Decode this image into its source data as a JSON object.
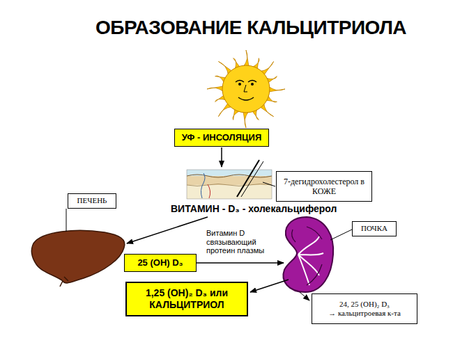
{
  "diagram": {
    "title": "ОБРАЗОВАНИЕ КАЛЬЦИТРИОЛА",
    "nodes": [
      {
        "text": [
          "УФ - ИНСОЛЯЦИЯ"
        ]
      },
      {
        "text": [
          "7-дегидрохолестерол в КОЖЕ"
        ]
      },
      {
        "text": [
          "ПЕЧЕНЬ"
        ]
      },
      {
        "text": [
          "ПОЧКА"
        ]
      },
      {
        "text": [
          "25 (OH) D₃"
        ]
      },
      {
        "text": [
          "1,25 (OH)₂ D₃ или КАЛЬЦИТРИОЛ"
        ]
      },
      {
        "text": [
          "24, 25 (OH)₂ D₃",
          "→ кальцитроевая к-та"
        ]
      }
    ],
    "labels": [
      "ВИТАМИН - D₃ - холекальциферол",
      "Витамин D связывающий протеин плазмы"
    ]
  }
}
